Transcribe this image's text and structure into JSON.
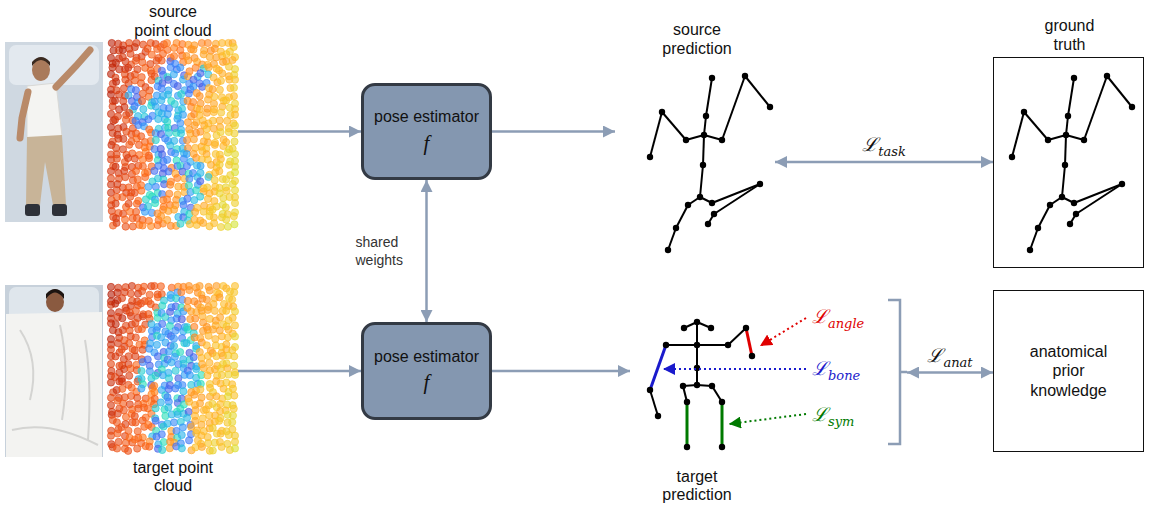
{
  "diagram": {
    "nodes": [
      {
        "text": [
          "source point cloud"
        ]
      },
      {
        "text": [
          "target point cloud"
        ]
      },
      {
        "text": [
          "pose estimator",
          "f"
        ]
      },
      {
        "text": [
          "pose estimator",
          "f"
        ]
      },
      {
        "text": [
          "source prediction"
        ]
      },
      {
        "text": [
          "target prediction"
        ]
      },
      {
        "text": [
          "ground truth"
        ]
      },
      {
        "text": [
          "anatomical prior knowledge"
        ]
      }
    ],
    "edges": [
      {
        "from": 0,
        "to": 2,
        "arrow": "to"
      },
      {
        "from": 1,
        "to": 3,
        "arrow": "to"
      },
      {
        "from": 2,
        "to": 3,
        "label": "shared weights",
        "arrow": "both"
      },
      {
        "from": 2,
        "to": 4,
        "arrow": "to"
      },
      {
        "from": 3,
        "to": 5,
        "arrow": "to"
      },
      {
        "from": 4,
        "to": 6,
        "label": "ℒtask",
        "arrow": "both"
      },
      {
        "from": 5,
        "to": 7,
        "label": "ℒanat",
        "arrow": "both"
      }
    ],
    "labels": [
      "ℒangle",
      "ℒbone",
      "ℒsym"
    ]
  }
}
